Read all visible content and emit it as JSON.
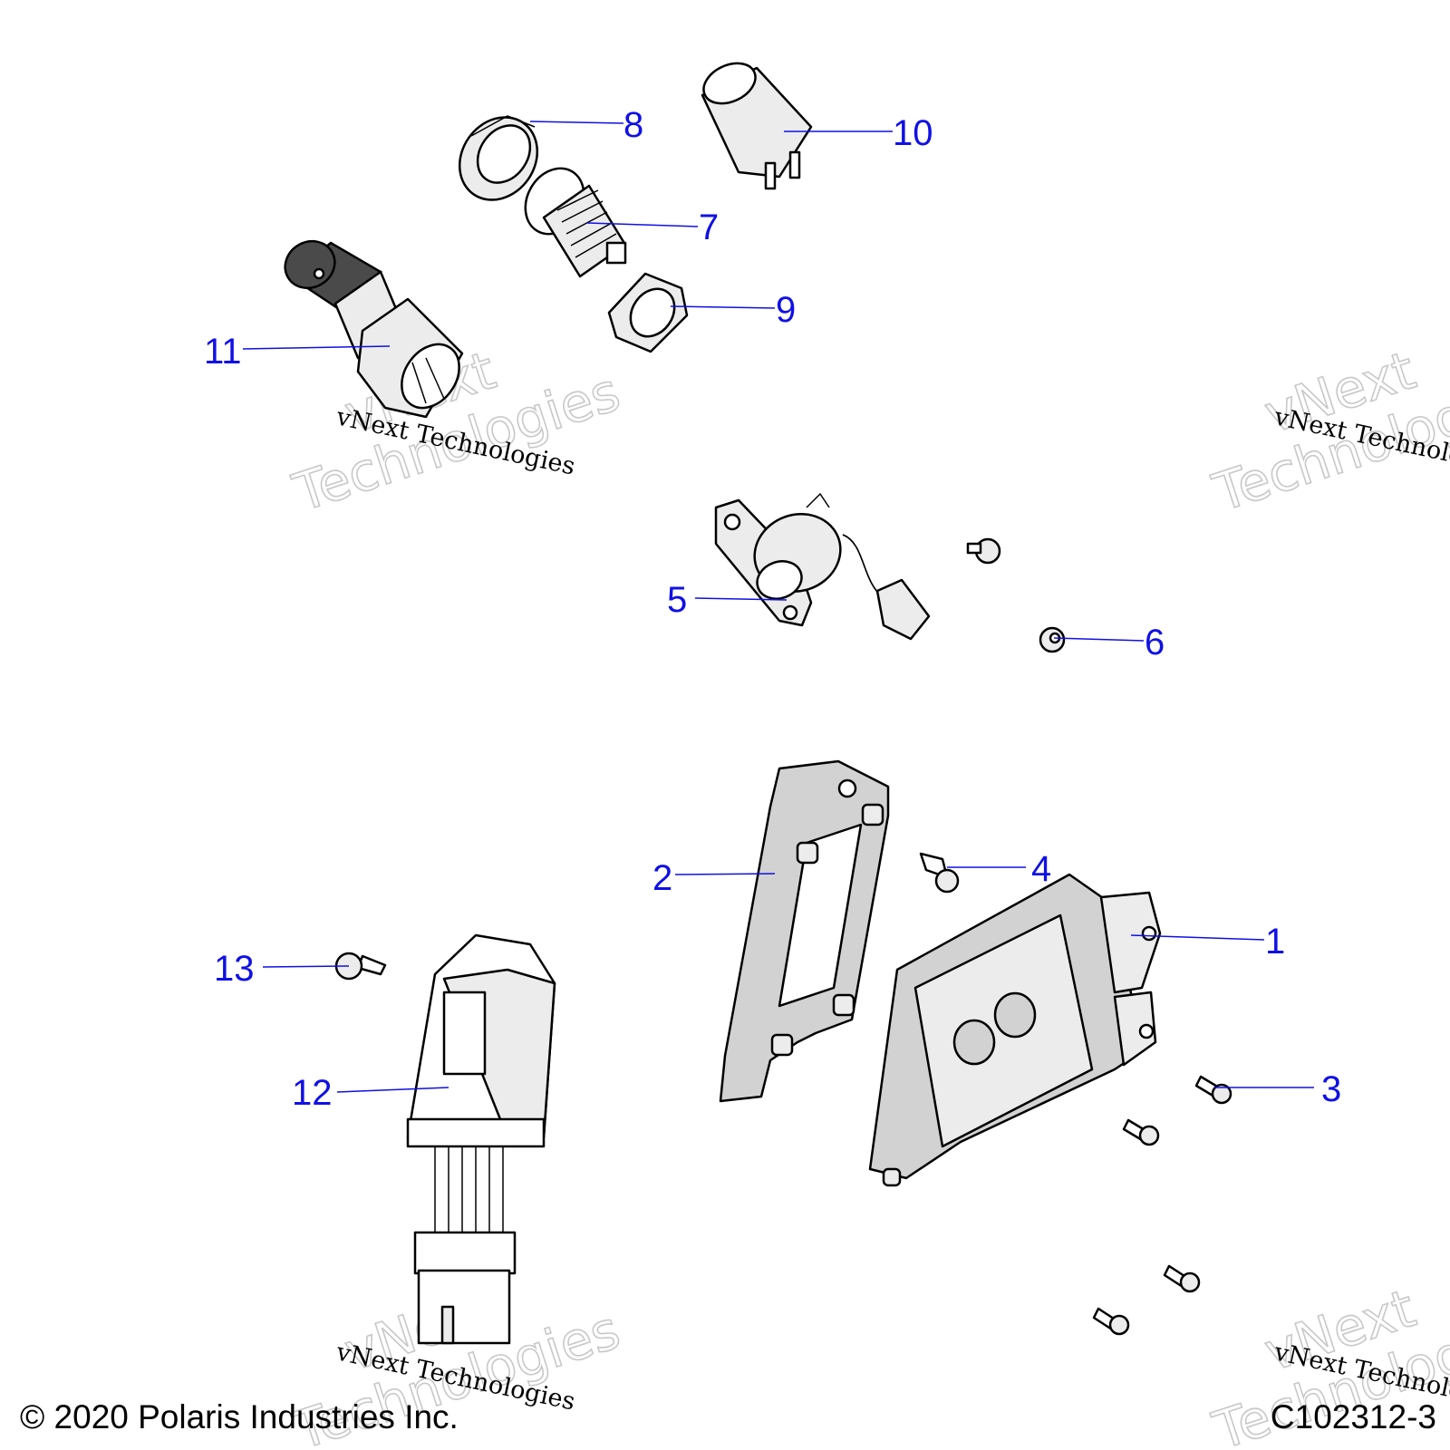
{
  "callouts": [
    "1",
    "2",
    "3",
    "4",
    "5",
    "6",
    "7",
    "8",
    "9",
    "10",
    "11",
    "12",
    "13"
  ],
  "watermark": {
    "line1": "vNext Technologies",
    "outline_top": "vNext",
    "outline_bottom": "Technologies"
  },
  "footer": {
    "copyright": "© 2020 Polaris Industries Inc.",
    "diagram_id": "C102312-3"
  },
  "colors": {
    "callout": "#1010e6",
    "part_fill": "#d2d2d2",
    "watermark_outline": "#c8c8c8"
  }
}
